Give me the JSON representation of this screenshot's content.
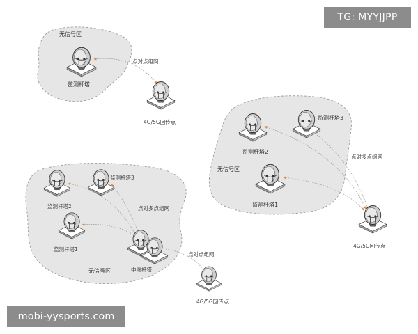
{
  "watermarks": {
    "top_right": "TG: MYYJJPP",
    "bottom_left": "mobi-yysports.com"
  },
  "colors": {
    "cloud_fill": "#e6e6e6",
    "cloud_stroke": "#9a9a9a",
    "link": "#a0a0a0",
    "arrow_accent": "#e08a3c"
  },
  "diagram": {
    "top_left": {
      "region_label": "无信号区",
      "tower_label": "监测杆塔",
      "link_label": "点对点组网",
      "relay_label": "4G/5G回传点"
    },
    "right": {
      "region_label": "无信号区",
      "tower1_label": "监测杆塔1",
      "tower2_label": "监测杆塔2",
      "tower3_label": "监测杆塔3",
      "link_label": "点对多点组网",
      "relay_label": "4G/5G回传点"
    },
    "bottom_left": {
      "region_label": "无信号区",
      "tower1_label": "监测杆塔1",
      "tower2_label": "监测杆塔2",
      "tower3_label": "监测杆塔3",
      "multi_link_label": "点对多点组网",
      "relay_tower_label": "中继杆塔",
      "p2p_link_label": "点对点组网",
      "relay_label": "4G/5G回传点"
    }
  }
}
